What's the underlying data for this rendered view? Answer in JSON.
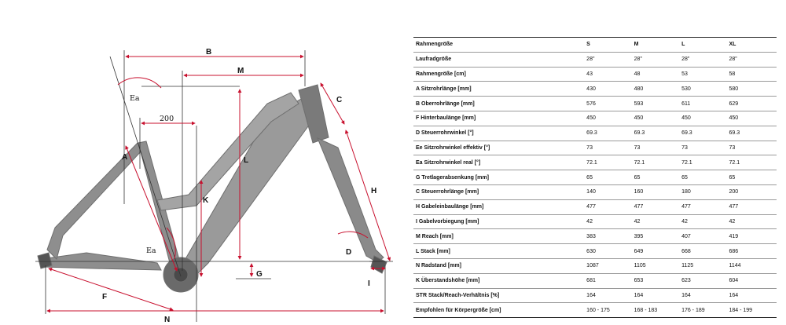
{
  "diagram": {
    "labels": {
      "b": "B",
      "m": "M",
      "c": "C",
      "ea_top": "Ea",
      "reach_200": "200",
      "a": "A",
      "l": "L",
      "k": "K",
      "h": "H",
      "ea_low": "Ea",
      "d": "D",
      "g": "G",
      "f": "F",
      "i": "I",
      "n": "N"
    },
    "colors": {
      "dimension": "#c8102e",
      "frame": "#8a8a8a",
      "line": "#333333"
    }
  },
  "table": {
    "header": {
      "label": "Rahmengröße",
      "sizes": [
        "S",
        "M",
        "L",
        "XL"
      ]
    },
    "rows": [
      {
        "label": "Laufradgröße",
        "values": [
          "28\"",
          "28\"",
          "28\"",
          "28\""
        ]
      },
      {
        "label": "Rahmengröße [cm]",
        "values": [
          "43",
          "48",
          "53",
          "58"
        ]
      },
      {
        "label": "A Sitzrohrlänge [mm]",
        "values": [
          "430",
          "480",
          "530",
          "580"
        ]
      },
      {
        "label": "B Oberrohrlänge [mm]",
        "values": [
          "576",
          "593",
          "611",
          "629"
        ]
      },
      {
        "label": "F Hinterbaulänge [mm]",
        "values": [
          "450",
          "450",
          "450",
          "450"
        ]
      },
      {
        "label": "D Steuerrohrwinkel [°]",
        "values": [
          "69.3",
          "69.3",
          "69.3",
          "69.3"
        ]
      },
      {
        "label": "Ee Sitzrohrwinkel effektiv [°]",
        "values": [
          "73",
          "73",
          "73",
          "73"
        ]
      },
      {
        "label": "Ea Sitzrohrwinkel real [°]",
        "values": [
          "72.1",
          "72.1",
          "72.1",
          "72.1"
        ]
      },
      {
        "label": "G Tretlagerabsenkung [mm]",
        "values": [
          "65",
          "65",
          "65",
          "65"
        ]
      },
      {
        "label": "C Steuerrohrlänge [mm]",
        "values": [
          "140",
          "160",
          "180",
          "200"
        ]
      },
      {
        "label": "H Gabeleinbaulänge [mm]",
        "values": [
          "477",
          "477",
          "477",
          "477"
        ]
      },
      {
        "label": "I Gabelvorbiegung [mm]",
        "values": [
          "42",
          "42",
          "42",
          "42"
        ]
      },
      {
        "label": "M Reach [mm]",
        "values": [
          "383",
          "395",
          "407",
          "419"
        ]
      },
      {
        "label": "L Stack [mm]",
        "values": [
          "630",
          "649",
          "668",
          "686"
        ]
      },
      {
        "label": "N Radstand [mm]",
        "values": [
          "1087",
          "1105",
          "1125",
          "1144"
        ]
      },
      {
        "label": "K Überstandshöhe [mm]",
        "values": [
          "681",
          "653",
          "623",
          "604"
        ]
      },
      {
        "label": "STR Stack/Reach-Verhältnis [%]",
        "values": [
          "164",
          "164",
          "164",
          "164"
        ]
      },
      {
        "label": "Empfohlen für Körpergröße [cm]",
        "values": [
          "160 - 175",
          "168 - 183",
          "176 - 189",
          "184 - 199"
        ]
      }
    ]
  }
}
